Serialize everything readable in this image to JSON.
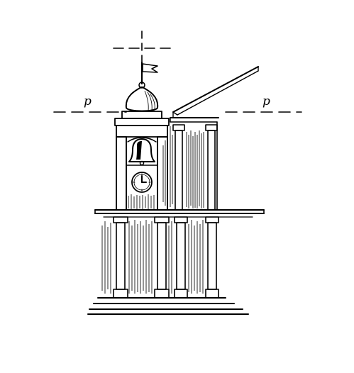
{
  "labels": {
    "plane_left": "p",
    "plane_right": "p"
  },
  "drawing": {
    "subject": "bell-tower-with-clock",
    "ink_color": "#000000",
    "paper_color": "#ffffff"
  }
}
